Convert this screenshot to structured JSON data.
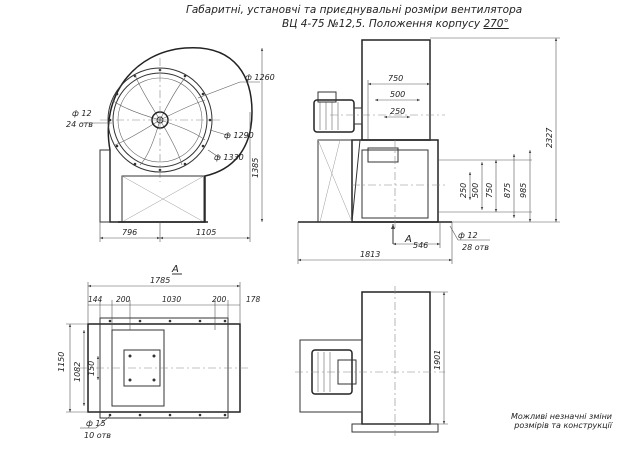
{
  "title": {
    "line1": "Габаритні, установчі та приєднувальні розміри вентилятора",
    "line2_prefix": "ВЦ 4-75  №12,5. Положення корпусу ",
    "line2_angle": "270°"
  },
  "note": {
    "line1": "Можливі незначні зміни",
    "line2": "розмірів та конструкції"
  },
  "view_label": "A",
  "front_view": {
    "d1": "ф 1260",
    "d2": "ф 1290",
    "d3": "ф 1330",
    "hole_d": "ф 12",
    "hole_n": "24 отв",
    "h": "1385",
    "w1": "796",
    "w2": "1105"
  },
  "side_view": {
    "top": [
      "750",
      "500",
      "250"
    ],
    "right": [
      "250",
      "500",
      "750",
      "875",
      "985"
    ],
    "total_h": "2327",
    "arrow": "A",
    "offset": "546",
    "hole_d": "ф 12",
    "hole_n": "28 отв",
    "base": "1813"
  },
  "plan_view": {
    "overall": "1785",
    "parts": [
      "144",
      "200",
      "1030",
      "200",
      "178"
    ],
    "left": [
      "1150",
      "1082",
      "150"
    ],
    "hole_d": "ф 15",
    "hole_n": "10 отв"
  },
  "motor_view": {
    "h": "1901"
  }
}
